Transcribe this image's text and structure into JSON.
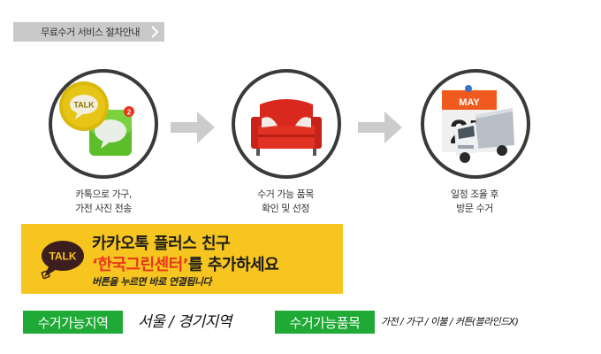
{
  "header": {
    "title": "무료수거 서비스 절차안내",
    "chevron_icon": "chevron-right-icon"
  },
  "steps": [
    {
      "icon": "kakaotalk-message-icon",
      "talk_badge": "TALK",
      "notification_count": "2",
      "caption_line1": "카톡으로 가구,",
      "caption_line2": "가전 사진 전송"
    },
    {
      "icon": "red-sofa-icon",
      "caption_line1": "수거 가능 품목",
      "caption_line2": "확인 및 선정"
    },
    {
      "icon": "calendar-truck-icon",
      "calendar_month": "MAY",
      "calendar_day": "25",
      "caption_line1": "일정 조율 후",
      "caption_line2": "방문 수거"
    }
  ],
  "kakao_banner": {
    "logo_text": "TALK",
    "line1": "카카오톡 플러스 친구",
    "line2_highlight": "‘한국그린센터’",
    "line2_rest": "를 추가하세요",
    "line3": "버튼을 누르면 바로 연결됩니다"
  },
  "info": {
    "area_label": "수거가능지역",
    "area_value": "서울 / 경기지역",
    "items_label": "수거가능품목",
    "items_value": "가전 / 가구 / 이불 / 커튼(블라인드X)"
  },
  "colors": {
    "header_bg": "#c9c9c9",
    "banner_bg": "#f7c51f",
    "highlight_red": "#e8351c",
    "label_green": "#1faa35",
    "arrow_gray": "#cccccc",
    "circle_border": "#3a3a3a"
  }
}
